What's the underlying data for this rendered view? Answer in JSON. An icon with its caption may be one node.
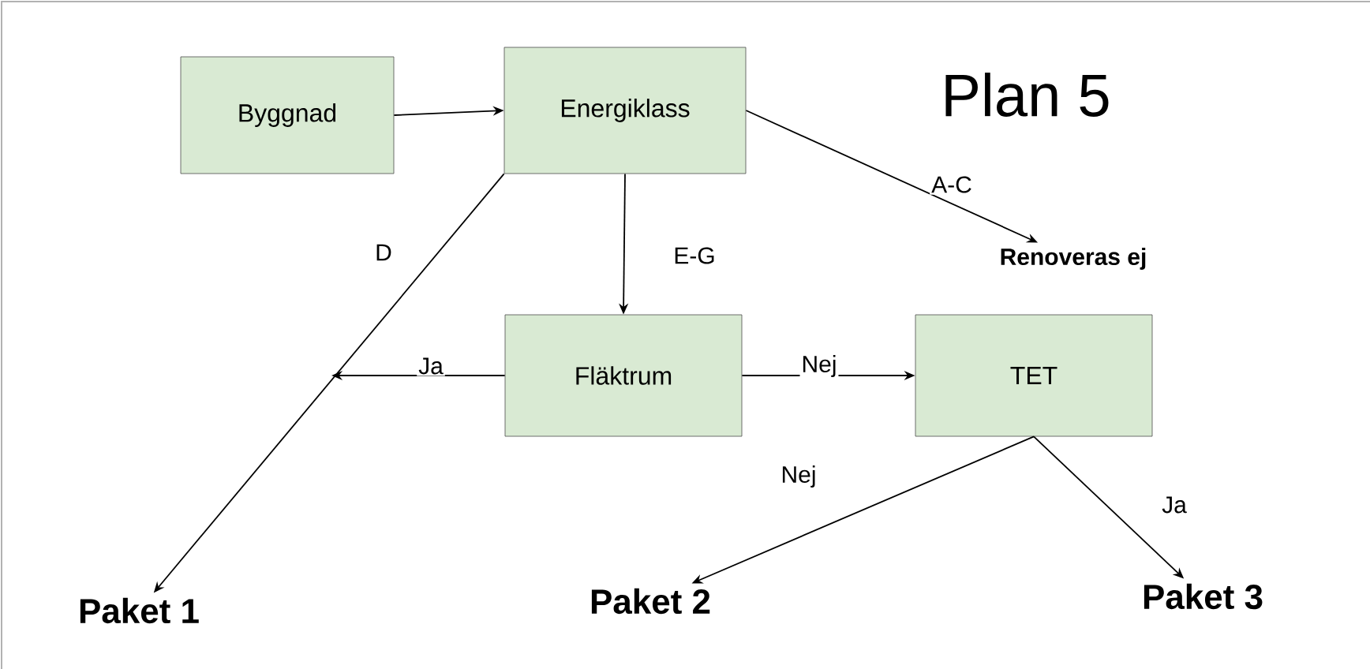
{
  "diagram": {
    "title": "Plan 5",
    "nodes": [
      {
        "text": [
          "Byggnad"
        ]
      },
      {
        "text": [
          "Energiklass"
        ]
      },
      {
        "text": [
          "Fläktrum"
        ]
      },
      {
        "text": [
          "TET"
        ]
      },
      {
        "text": [
          "Renoveras ej"
        ]
      },
      {
        "text": [
          "Paket 1"
        ]
      },
      {
        "text": [
          "Paket 2"
        ]
      },
      {
        "text": [
          "Paket 3"
        ]
      }
    ],
    "edges": [
      {
        "from": 0,
        "to": 1,
        "arrow": "to"
      },
      {
        "from": 1,
        "to": 4,
        "arrow": "to",
        "label": "A-C"
      },
      {
        "from": 1,
        "to": 5,
        "arrow": "to",
        "label": "D"
      },
      {
        "from": 1,
        "to": 2,
        "arrow": "to",
        "label": "E-G"
      },
      {
        "from": 2,
        "to": null,
        "arrow": "to",
        "label": "Ja"
      },
      {
        "from": 2,
        "to": 3,
        "arrow": "to",
        "label": "Nej"
      },
      {
        "from": 3,
        "to": 6,
        "arrow": "to",
        "label": "Nej"
      },
      {
        "from": 3,
        "to": 7,
        "arrow": "to",
        "label": "Ja"
      }
    ]
  }
}
